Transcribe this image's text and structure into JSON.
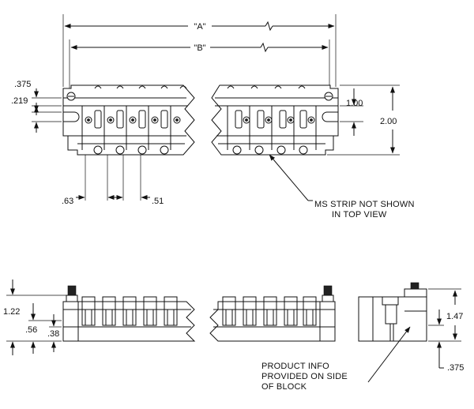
{
  "dimensions": {
    "a": "\"A\"",
    "b": "\"B\"",
    "d375_top": ".375",
    "d219": ".219",
    "d100": "1.00",
    "d200": "2.00",
    "d63": ".63",
    "d51": ".51",
    "d122": "1.22",
    "d56": ".56",
    "d38": ".38",
    "d147": "1.47",
    "d375_side": ".375"
  },
  "notes": {
    "ms_strip_line1": "MS STRIP NOT SHOWN",
    "ms_strip_line2": "IN TOP VIEW",
    "product_line1": "PRODUCT INFO",
    "product_line2": "PROVIDED ON SIDE",
    "product_line3": "OF BLOCK"
  }
}
